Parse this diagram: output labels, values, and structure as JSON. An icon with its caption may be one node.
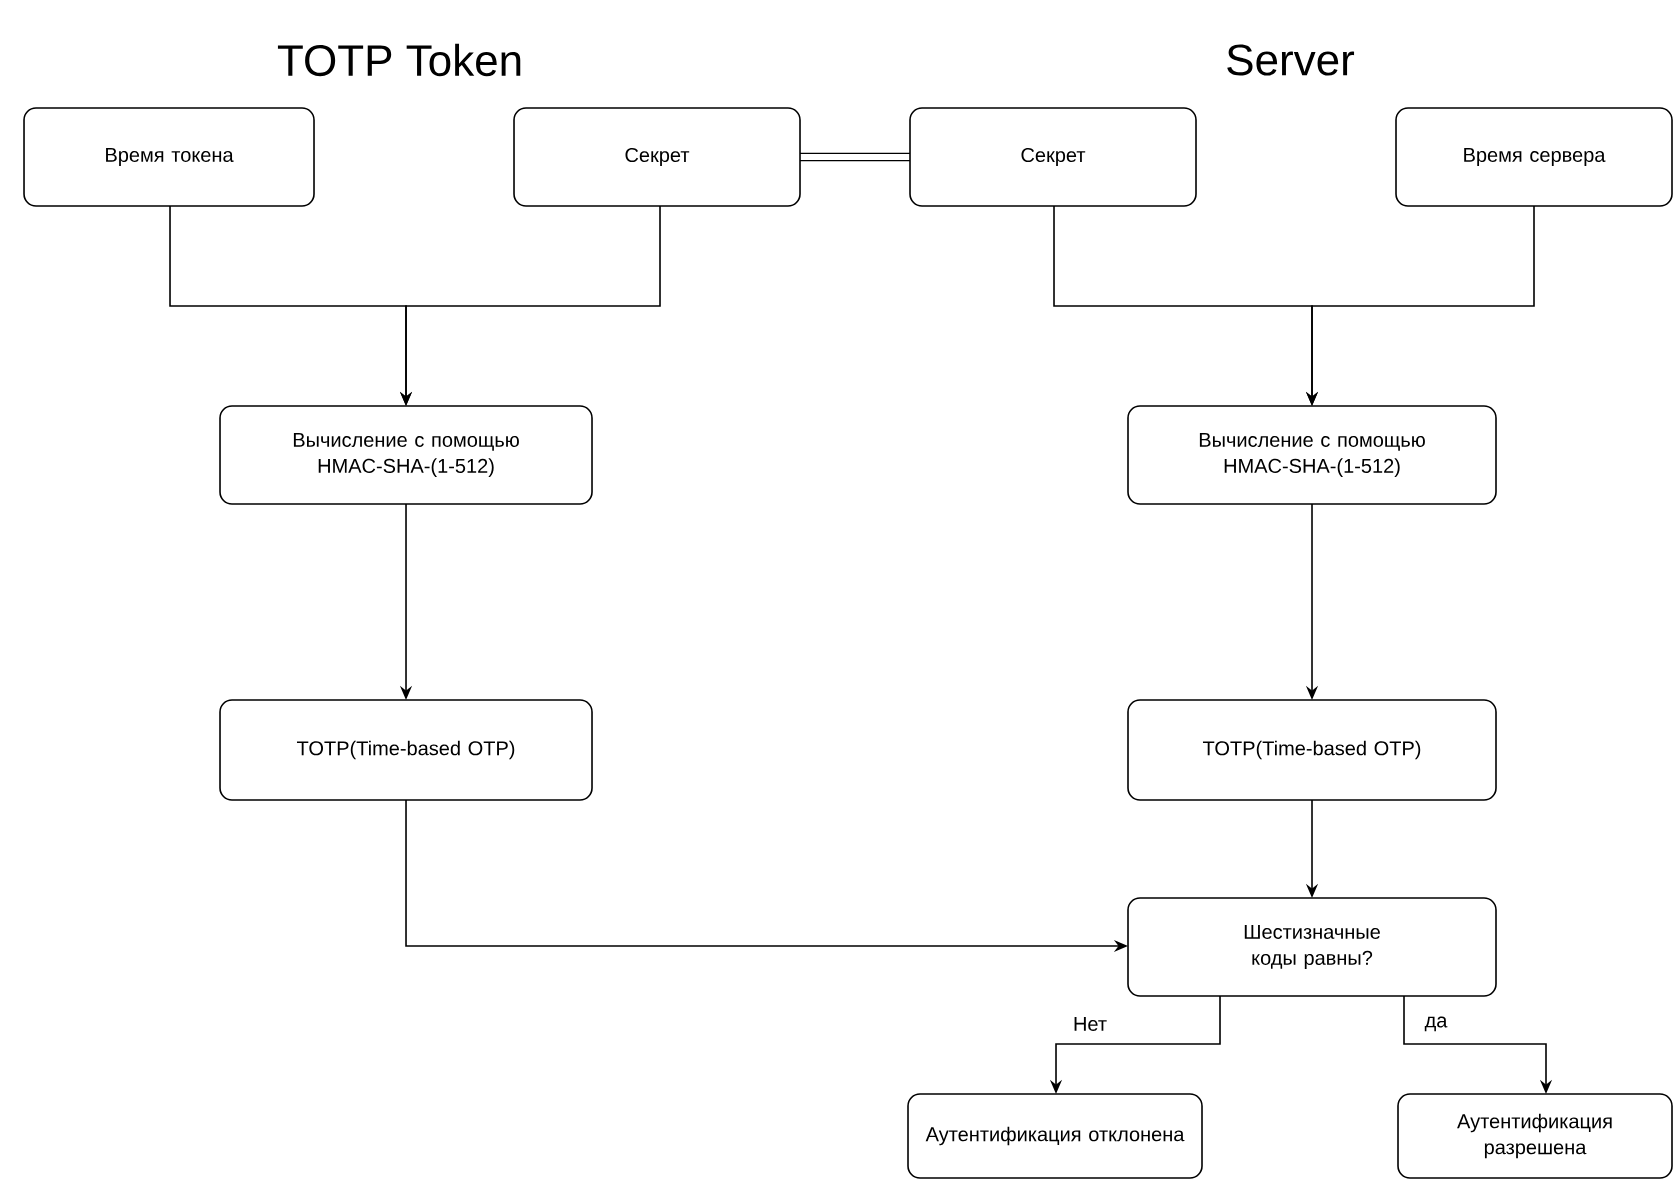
{
  "diagram": {
    "nodes": [
      {
        "text": [
          "Время токена"
        ]
      },
      {
        "text": [
          "Секрет"
        ]
      },
      {
        "text": [
          "Секрет"
        ]
      },
      {
        "text": [
          "Время сервера"
        ]
      },
      {
        "text": [
          "Вычисление с помощью HMAC-SHA-(1-512)"
        ]
      },
      {
        "text": [
          "Вычисление с помощью HMAC-SHA-(1-512)"
        ]
      },
      {
        "text": [
          "TOTP(Time-based OTP)"
        ]
      },
      {
        "text": [
          "TOTP(Time-based OTP)"
        ]
      },
      {
        "text": [
          "Шестизначные коды равны?"
        ]
      },
      {
        "text": [
          "Аутентификация отклонена"
        ]
      },
      {
        "text": [
          "Аутентификация разрешена"
        ]
      }
    ],
    "edges": [
      {
        "from": 0,
        "to": 4,
        "arrow": "to"
      },
      {
        "from": 1,
        "to": 4,
        "arrow": "to"
      },
      {
        "from": 1,
        "to": 2,
        "arrow": "none",
        "style": "thick"
      },
      {
        "from": 2,
        "to": 5,
        "arrow": "to"
      },
      {
        "from": 3,
        "to": 5,
        "arrow": "to"
      },
      {
        "from": 4,
        "to": 6,
        "arrow": "to"
      },
      {
        "from": 5,
        "to": 7,
        "arrow": "to"
      },
      {
        "from": 6,
        "to": 8,
        "arrow": "to"
      },
      {
        "from": 7,
        "to": 8,
        "arrow": "to"
      },
      {
        "from": 8,
        "to": 9,
        "label": "Нет",
        "arrow": "to"
      },
      {
        "from": 8,
        "to": 10,
        "label": "да",
        "arrow": "to"
      }
    ],
    "labels": [
      "TOTP Token",
      "Server"
    ]
  }
}
